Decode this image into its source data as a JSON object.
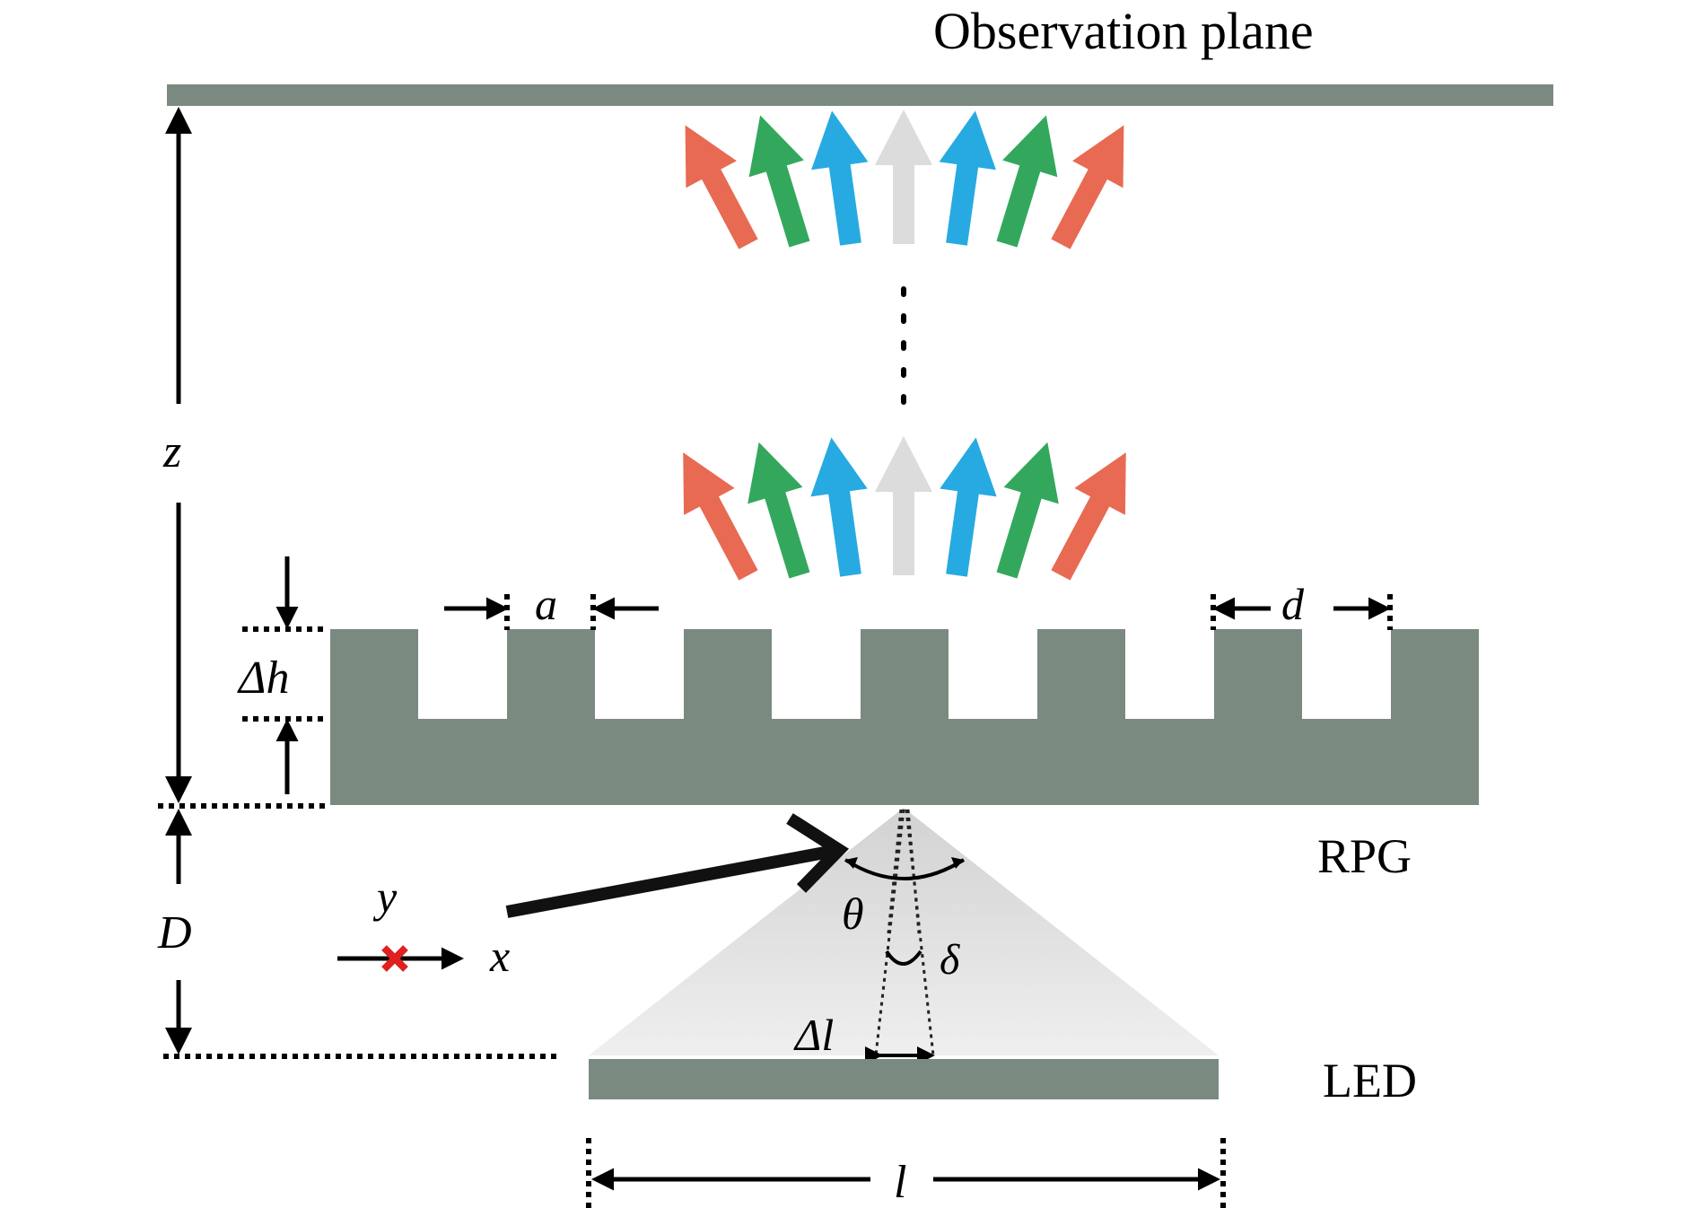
{
  "labels": {
    "observation_plane": "Observation plane",
    "z": "z",
    "D": "D",
    "delta_h": "Δh",
    "a": "a",
    "d": "d",
    "rpg": "RPG",
    "led": "LED",
    "theta": "θ",
    "delta": "δ",
    "delta_l": "Δl",
    "l": "l",
    "x_axis": "x",
    "y_axis": "y"
  },
  "components": {
    "observation_plane": "Observation plane",
    "grating": "RPG",
    "source": "LED"
  },
  "colors": {
    "slab": "#7b8a80",
    "beam_order_0": "#dcdcdc",
    "beam_order_1": "#27aae1",
    "beam_order_2": "#33a85c",
    "beam_order_3": "#e86a52",
    "y_axis_marker": "#e02020",
    "cone_top": "#d2d2d2",
    "cone_bottom": "#efefef"
  },
  "beams": {
    "rows": 2,
    "orders": [
      {
        "order": -3,
        "color": "#e86a52"
      },
      {
        "order": -2,
        "color": "#33a85c"
      },
      {
        "order": -1,
        "color": "#27aae1"
      },
      {
        "order": 0,
        "color": "#dcdcdc"
      },
      {
        "order": 1,
        "color": "#27aae1"
      },
      {
        "order": 2,
        "color": "#33a85c"
      },
      {
        "order": 3,
        "color": "#e86a52"
      }
    ]
  },
  "grating": {
    "teeth": 7
  }
}
